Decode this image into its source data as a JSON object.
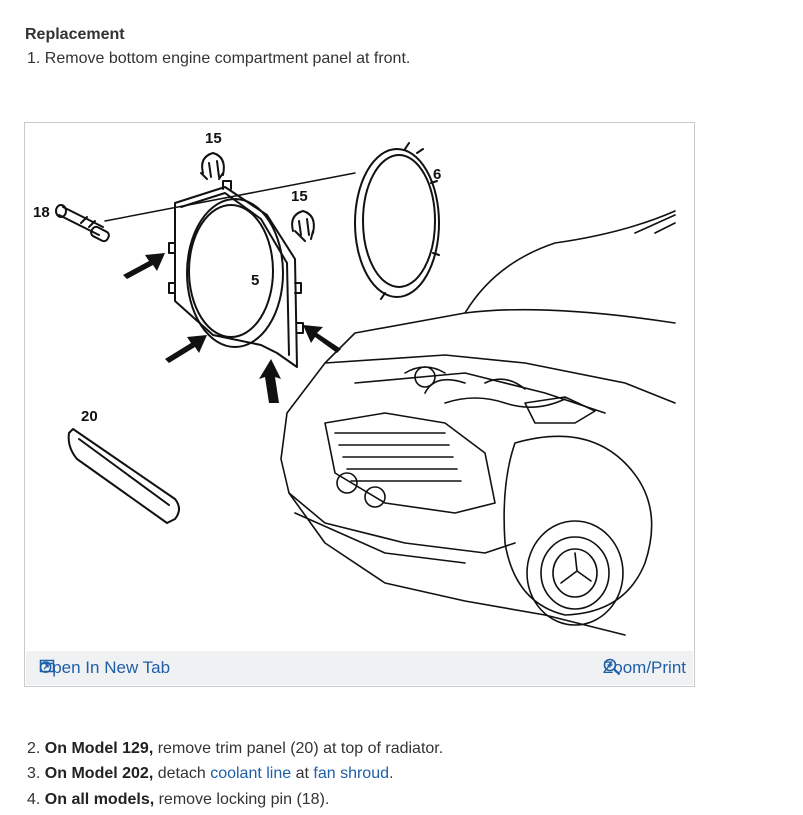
{
  "heading": "Replacement",
  "steps": [
    {
      "num": "1.",
      "bold": "",
      "text": "Remove bottom engine compartment panel at front."
    },
    {
      "num": "2.",
      "bold": "On Model 129,",
      "text": " remove trim panel (20) at top of radiator."
    },
    {
      "num": "3.",
      "bold": "On Model 202,",
      "text_before": " detach ",
      "link1": "coolant line",
      "text_mid": " at ",
      "link2": "fan shroud",
      "text_after": "."
    },
    {
      "num": "4.",
      "bold": "On all models,",
      "text": " remove locking pin (18)."
    }
  ],
  "figure": {
    "callouts": {
      "c15a": "15",
      "c15b": "15",
      "c6": "6",
      "c18": "18",
      "c5": "5",
      "c20": "20"
    },
    "open_tab_label": "Open In New Tab",
    "zoom_label": "Zoom/Print",
    "open_tab_icon": "open-in-new-tab-icon",
    "zoom_icon": "magnifier-plus-icon"
  }
}
